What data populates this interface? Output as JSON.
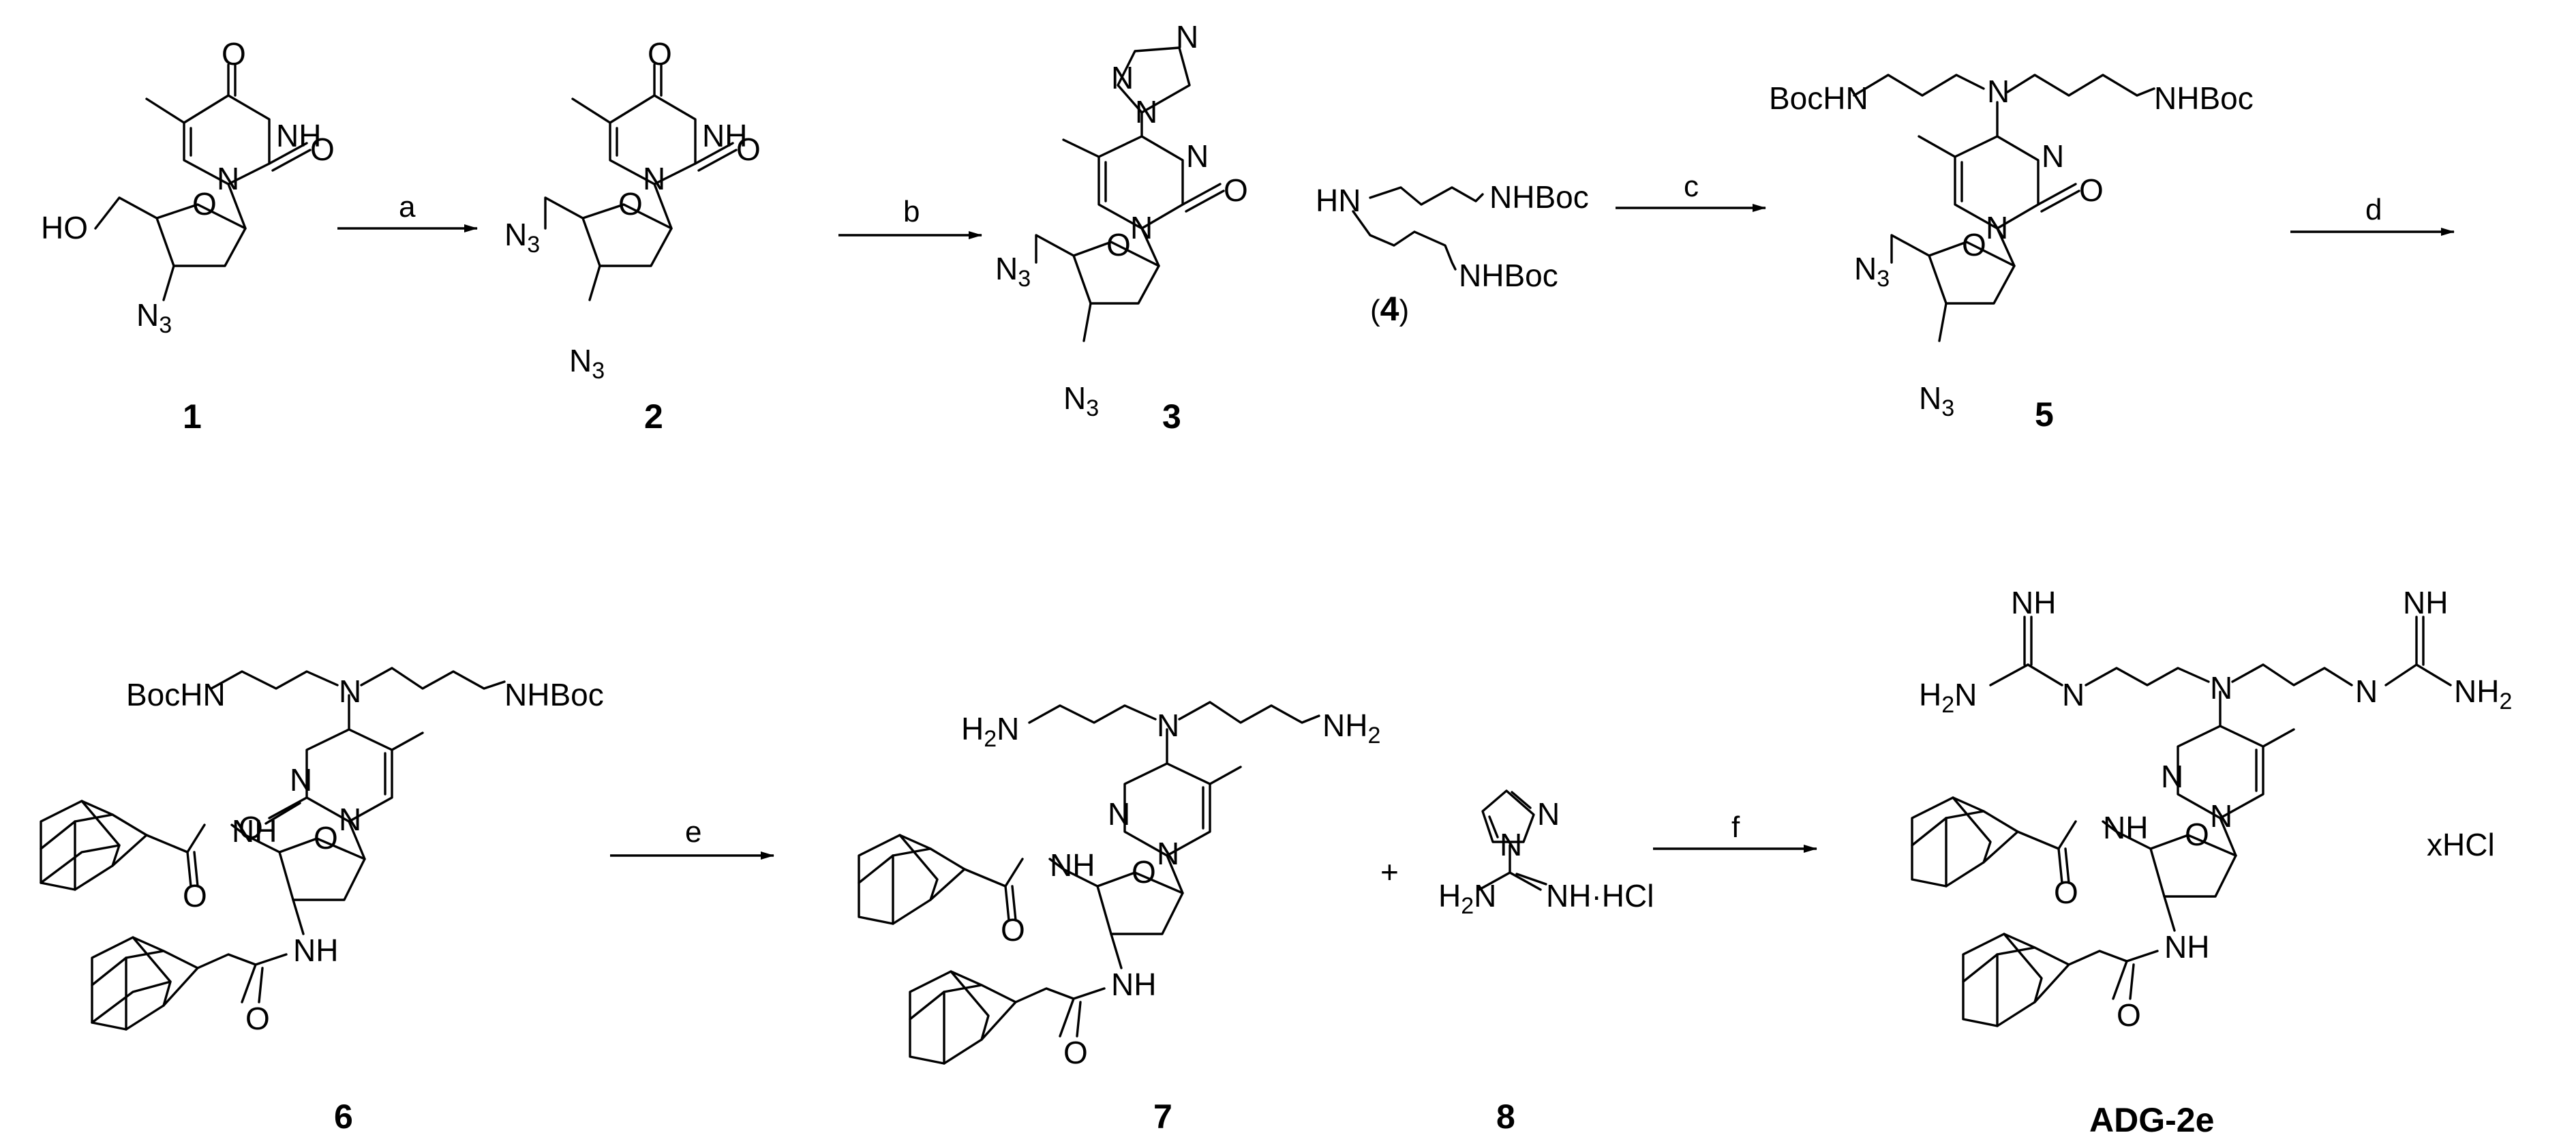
{
  "compounds": {
    "c1": {
      "label": "1"
    },
    "c2": {
      "label": "2"
    },
    "c3": {
      "label": "3"
    },
    "c4": {
      "label": "4"
    },
    "c5": {
      "label": "5"
    },
    "c6": {
      "label": "6"
    },
    "c7": {
      "label": "7"
    },
    "c8": {
      "label": "8"
    },
    "final": {
      "label": "ADG-2e"
    }
  },
  "reagents": {
    "a": "a",
    "b": "b",
    "c": "c",
    "d": "d",
    "e": "e",
    "f": "f"
  },
  "misc": {
    "plus": "+",
    "salt": "xHCl",
    "hcl_reagent": "NH·HCl"
  },
  "atoms": {
    "O": "O",
    "NH": "NH",
    "N": "N",
    "HO": "HO",
    "HN": "HN",
    "NHBoc": "NHBoc",
    "BocHN": "BocHN",
    "N3": "N",
    "sub3": "3",
    "H2N": "H",
    "NH2": "NH",
    "sub2": "2"
  }
}
